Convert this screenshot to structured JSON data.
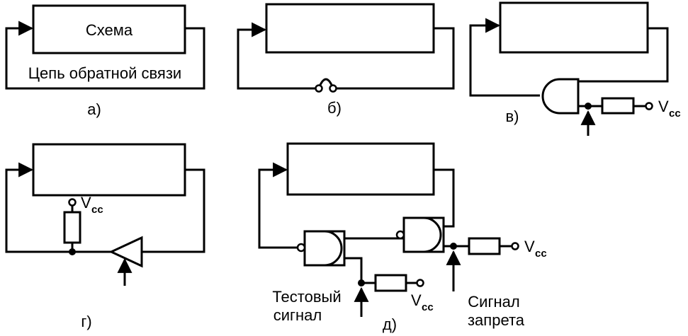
{
  "panels": {
    "a": {
      "label": "а)",
      "box_text": "Схема",
      "loop_text": "Цепь обратной связи"
    },
    "b": {
      "label": "б)"
    },
    "v": {
      "label": "в)",
      "vcc": "V",
      "vcc_sub": "cc"
    },
    "g": {
      "label": "г)",
      "vcc": "V",
      "vcc_sub": "cc"
    },
    "d": {
      "label": "д)",
      "vcc": "V",
      "vcc_sub": "cc",
      "test_signal_line1": "Тестовый",
      "test_signal_line2": "сигнал",
      "inhibit_line1": "Сигнал",
      "inhibit_line2": "запрета"
    }
  }
}
